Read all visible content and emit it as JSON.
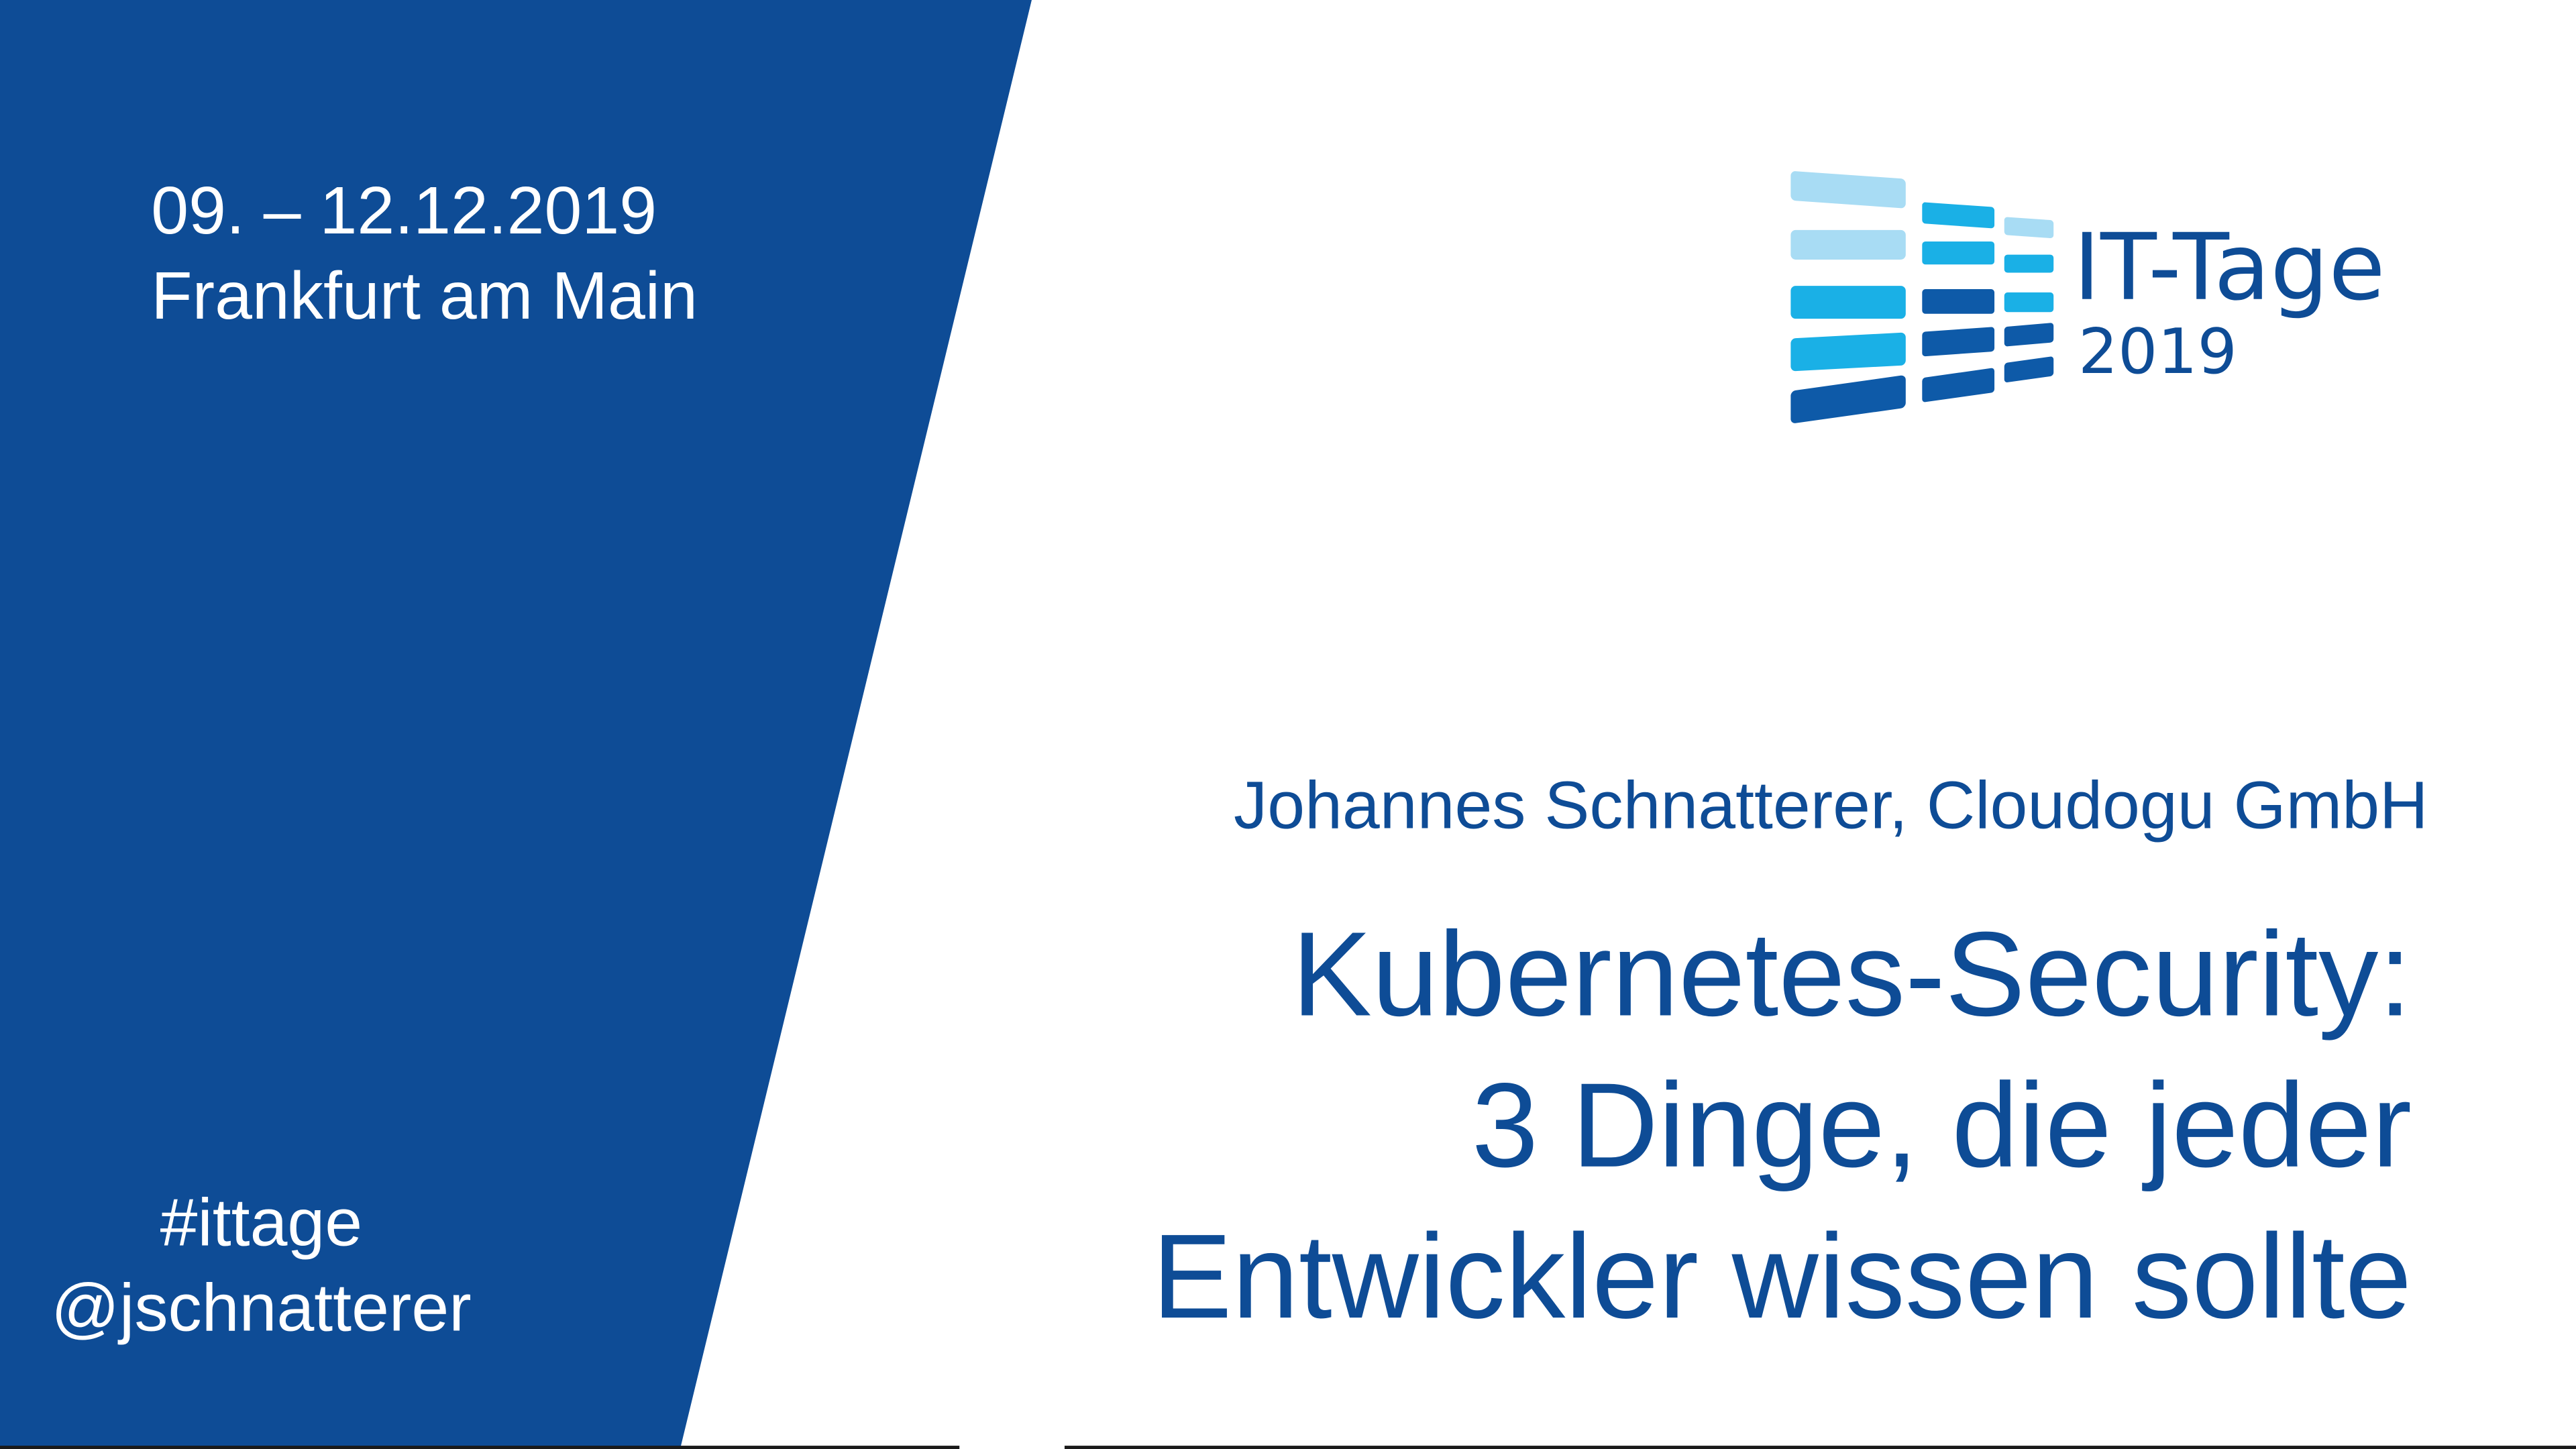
{
  "event": {
    "dates": "09. – 12.12.2019",
    "location": "Frankfurt am Main"
  },
  "social": {
    "hashtag": "#ittage",
    "handle": "@jschnatterer"
  },
  "logo": {
    "title": "IT-Tage",
    "year": "2019"
  },
  "talk": {
    "author": "Johannes Schnatterer, Cloudogu GmbH",
    "title_lines": [
      "Kubernetes-Security:",
      "3 Dinge, die jeder",
      "Entwickler wissen sollte"
    ]
  },
  "colors": {
    "brand_blue": "#0e4c96",
    "light_blue": "#a8dcf4",
    "mid_blue": "#1ab0e6",
    "dark_blue": "#0e5aa8",
    "background": "#ffffff"
  }
}
